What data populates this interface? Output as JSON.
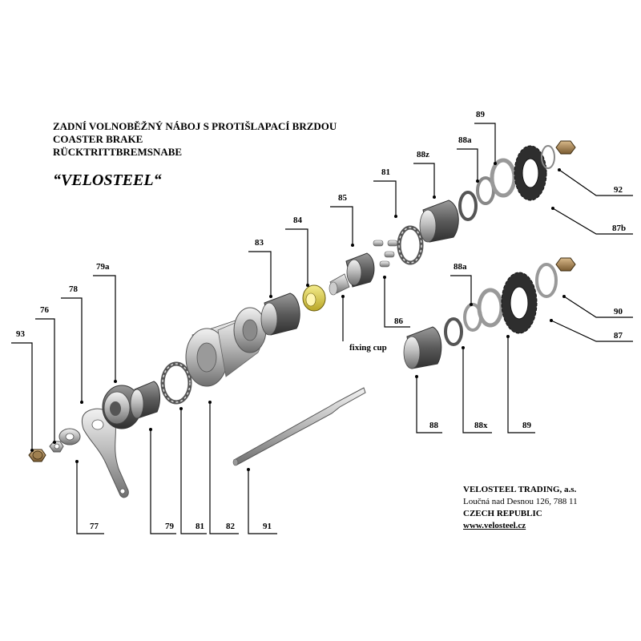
{
  "title": {
    "line1": "ZADNÍ VOLNOBĚŽNÝ NÁBOJ S PROTIŠLAPACÍ BRZDOU",
    "line2": "COASTER BRAKE",
    "line3": "RÜCKTRITTBREMSNABE"
  },
  "brand": "“VELOSTEEL“",
  "parts": {
    "p93": "93",
    "p76": "76",
    "p78": "78",
    "p79a": "79a",
    "p77": "77",
    "p79": "79",
    "p81_bottom": "81",
    "p82": "82",
    "p91": "91",
    "p83": "83",
    "p84": "84",
    "p85": "85",
    "p81_top": "81",
    "p86": "86",
    "p88z": "88z",
    "p88a_top": "88a",
    "p89_top": "89",
    "p92": "92",
    "p87b": "87b",
    "p88a_mid": "88a",
    "p90": "90",
    "p87": "87",
    "p88": "88",
    "p88x": "88x",
    "p89_bottom": "89",
    "fixing_cup": "fixing cup"
  },
  "company": {
    "name": "VELOSTEEL TRADING, a.s.",
    "address": "Loučná nad Desnou 126, 788 11",
    "country": "CZECH REPUBLIC",
    "website": "www.velosteel.cz"
  }
}
